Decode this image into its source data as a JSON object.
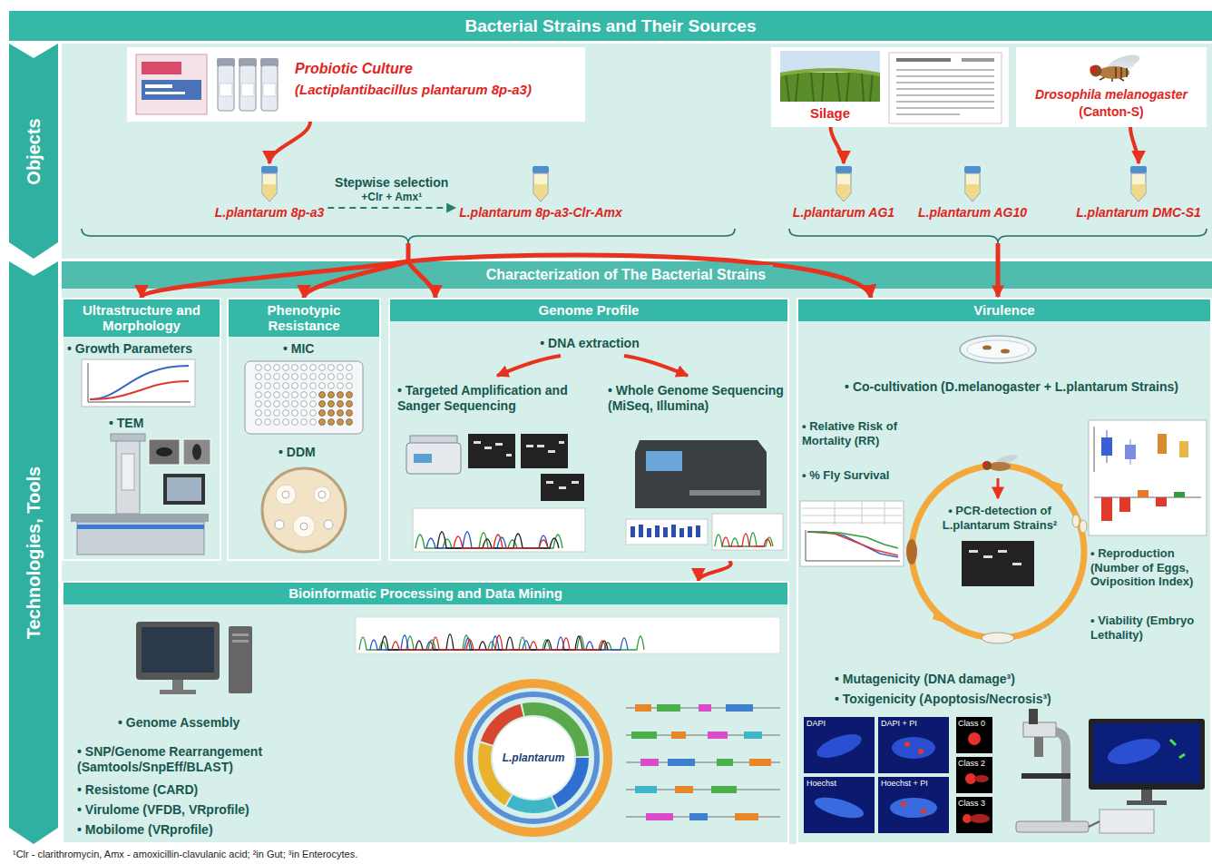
{
  "diagram": {
    "title": "Bacterial Strains and Their Sources",
    "nodes": [
      {
        "text": [
          "Objects"
        ]
      },
      {
        "text": [
          "Technologies, Tools"
        ]
      },
      {
        "text": [
          "Probiotic Culture",
          "(Lactiplantibacillus plantarum 8p-a3)"
        ]
      },
      {
        "text": [
          "Silage"
        ]
      },
      {
        "text": [
          "Drosophila melanogaster",
          "(Canton-S)"
        ]
      },
      {
        "text": [
          "L.plantarum 8p-a3"
        ]
      },
      {
        "text": [
          "L.plantarum 8p-a3-Clr-Amx"
        ]
      },
      {
        "text": [
          "L.plantarum AG1"
        ]
      },
      {
        "text": [
          "L.plantarum AG10"
        ]
      },
      {
        "text": [
          "L.plantarum DMC-S1"
        ]
      },
      {
        "text": [
          "Characterization of The Bacterial Strains"
        ]
      },
      {
        "text": [
          "Ultrastructure and Morphology",
          "• Growth Parameters",
          "• TEM"
        ]
      },
      {
        "text": [
          "Phenotypic Resistance",
          "• MIC",
          "• DDM"
        ]
      },
      {
        "text": [
          "Genome Profile",
          "• DNA extraction",
          "• Targeted Amplification and Sanger Sequencing",
          "• Whole Genome Sequencing (MiSeq, Illumina)"
        ]
      },
      {
        "text": [
          "Virulence",
          "• Co-cultivation (D.melanogaster + L.plantarum Strains)",
          "• Relative Risk of Mortality (RR)",
          "• % Fly Survival",
          "• PCR-detection of L.plantarum Strains²",
          "• Reproduction (Number of Eggs, Oviposition Index)",
          "• Viability (Embryo Lethality)",
          "• Mutagenicity (DNA damage³)",
          "• Toxigenicity (Apoptosis/Necrosis³)"
        ]
      },
      {
        "text": [
          "Bioinformatic Processing and Data Mining",
          "• Genome Assembly",
          "• SNP/Genome Rearrangement (Samtools/SnpEff/BLAST)",
          "• Resistome (CARD)",
          "• Virulome (VFDB, VRprofile)",
          "• Mobilome (VRprofile)"
        ]
      }
    ],
    "edges": [
      {
        "from": 2,
        "to": 5,
        "arrow": "to"
      },
      {
        "from": 5,
        "to": 6,
        "label": "Stepwise selection",
        "arrow": "to"
      },
      {
        "from": 3,
        "to": 7,
        "arrow": "to"
      },
      {
        "from": 4,
        "to": 9,
        "arrow": "to"
      },
      {
        "from": 10,
        "to": 11,
        "arrow": "to"
      },
      {
        "from": 10,
        "to": 12,
        "arrow": "to"
      },
      {
        "from": 10,
        "to": 13,
        "arrow": "to"
      },
      {
        "from": 10,
        "to": 14,
        "arrow": "to"
      },
      {
        "from": 13,
        "to": 15,
        "arrow": "to"
      }
    ],
    "labels": [
      "+Clr + Amx¹",
      "L.plantarum",
      "DAPI",
      "DAPI + PI",
      "Hoechst",
      "Hoechst + PI",
      "Class 0",
      "Class 2",
      "Class 3",
      "¹Clr - clarithromycin, Amx - amoxicillin-clavulanic acid; ²in Gut; ³in Enterocytes."
    ]
  }
}
